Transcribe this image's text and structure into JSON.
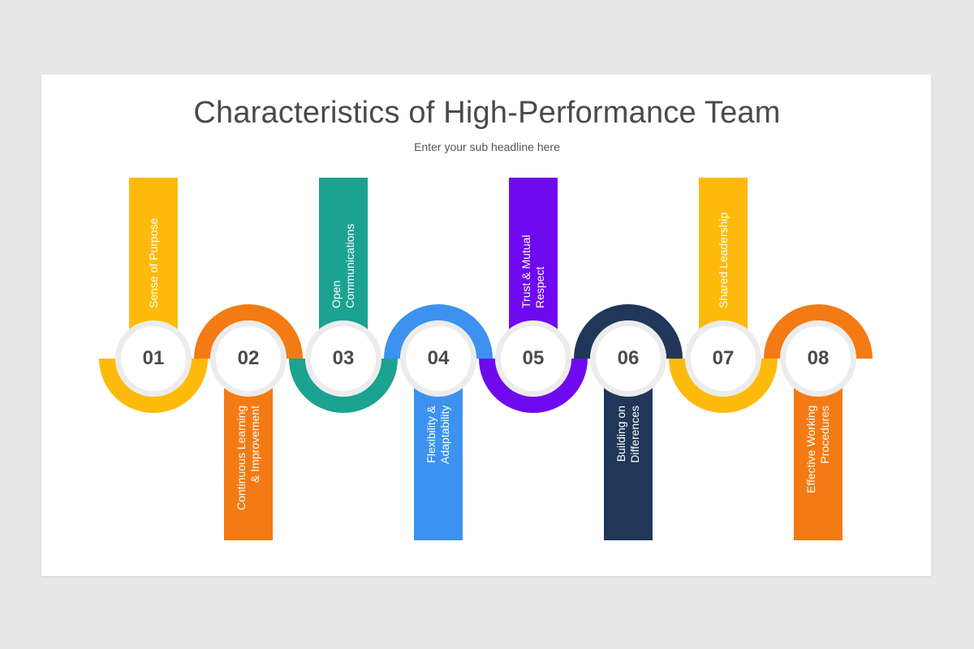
{
  "header": {
    "title": "Characteristics of High-Performance Team",
    "subtitle": "Enter your sub headline here"
  },
  "colors": {
    "yellow": "#FDBA0B",
    "orange": "#F47A14",
    "teal": "#1BA291",
    "blue": "#3C92EE",
    "purple": "#6F0AF0",
    "navy": "#203759",
    "ring": "#ECECEC",
    "number_text": "#4A4A4A",
    "title_text": "#4A4A4A",
    "background": "#E8E7E8"
  },
  "steps": [
    {
      "number": "01",
      "label_lines": [
        "Sense of Purpose"
      ],
      "color": "#FDBA0B",
      "position": "top"
    },
    {
      "number": "02",
      "label_lines": [
        "Continuous Learning",
        "& Improvement"
      ],
      "color": "#F47A14",
      "position": "bottom"
    },
    {
      "number": "03",
      "label_lines": [
        "Open",
        "Communications"
      ],
      "color": "#1BA291",
      "position": "top"
    },
    {
      "number": "04",
      "label_lines": [
        "Flexibility &",
        "Adaptability"
      ],
      "color": "#3C92EE",
      "position": "bottom"
    },
    {
      "number": "05",
      "label_lines": [
        "Trust & Mutual",
        "Respect"
      ],
      "color": "#6F0AF0",
      "position": "top"
    },
    {
      "number": "06",
      "label_lines": [
        "Building on",
        "Differences"
      ],
      "color": "#203759",
      "position": "bottom"
    },
    {
      "number": "07",
      "label_lines": [
        "Shared Leadership"
      ],
      "color": "#FDBA0B",
      "position": "top"
    },
    {
      "number": "08",
      "label_lines": [
        "Effective Working",
        "Procedures"
      ],
      "color": "#F47A14",
      "position": "bottom"
    }
  ]
}
